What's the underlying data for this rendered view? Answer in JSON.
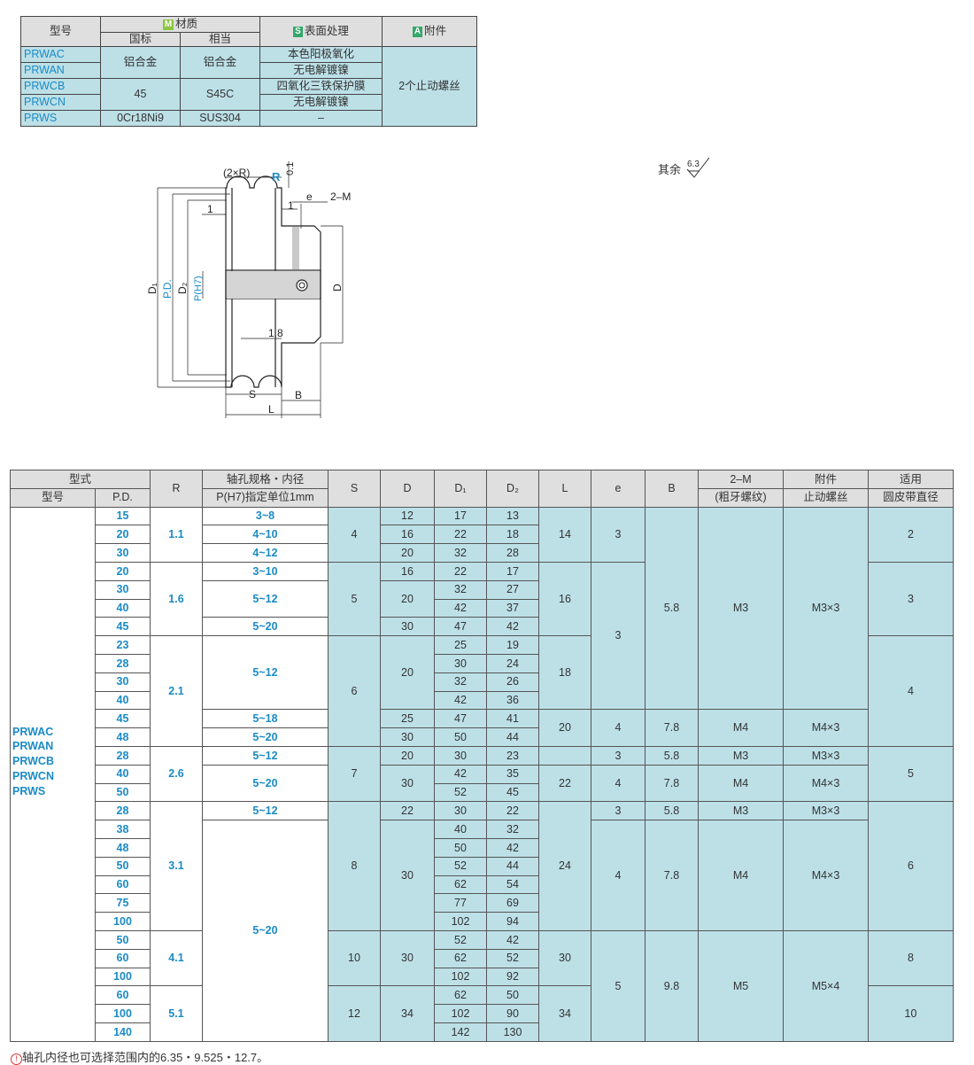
{
  "material_table": {
    "headers": {
      "model": "型号",
      "material": "材质",
      "material_tag": "M",
      "national": "国标",
      "equivalent": "相当",
      "surface": "表面处理",
      "surface_tag": "S",
      "accessory": "附件",
      "accessory_tag": "A"
    },
    "models": [
      "PRWAC",
      "PRWAN",
      "PRWCB",
      "PRWCN",
      "PRWS"
    ],
    "mat_al_national": "铝合金",
    "mat_al_equivalent": "铝合金",
    "mat_steel_national": "45",
    "mat_steel_equivalent": "S45C",
    "mat_ss_national": "0Cr18Ni9",
    "mat_ss_equivalent": "SUS304",
    "surfaces": [
      "本色阳极氧化",
      "无电解镀镍",
      "四氧化三铁保护膜",
      "无电解镀镍",
      "–"
    ],
    "accessory_value": "2个止动螺丝"
  },
  "drawing": {
    "label_2xR": "(2×R)",
    "label_R": "R",
    "label_01": "0.1",
    "label_e": "e",
    "label_2M": "2–M",
    "label_1a": "1",
    "label_1b": "1",
    "label_18": "1.8",
    "label_D1": "D₁",
    "label_PD": "P.D.",
    "label_D2": "D₂",
    "label_P": "P(H7)",
    "label_D": "D",
    "label_S": "S",
    "label_B": "B",
    "label_L": "L",
    "roughness_prefix": "其余",
    "roughness_value": "6.3"
  },
  "spec_table": {
    "headers": {
      "type": "型式",
      "model": "型号",
      "pd": "P.D.",
      "r": "R",
      "axis1": "轴孔规格・内径",
      "axis2": "P(H7)指定单位1mm",
      "s": "S",
      "d": "D",
      "d1": "D₁",
      "d2": "D₂",
      "l": "L",
      "e": "e",
      "b": "B",
      "m1": "2–M",
      "m2": "(粗牙螺纹)",
      "acc1": "附件",
      "acc2": "止动螺丝",
      "belt1": "适用",
      "belt2": "圆皮带直径"
    },
    "models": [
      "PRWAC",
      "PRWAN",
      "PRWCB",
      "PRWCN",
      "PRWS"
    ],
    "pd": [
      "15",
      "20",
      "30",
      "20",
      "30",
      "40",
      "45",
      "23",
      "28",
      "30",
      "40",
      "45",
      "48",
      "28",
      "40",
      "50",
      "28",
      "38",
      "48",
      "50",
      "60",
      "75",
      "100",
      "50",
      "60",
      "100",
      "60",
      "100",
      "140"
    ],
    "d1": [
      "17",
      "22",
      "32",
      "22",
      "32",
      "42",
      "47",
      "25",
      "30",
      "32",
      "42",
      "47",
      "50",
      "30",
      "42",
      "52",
      "30",
      "40",
      "50",
      "52",
      "62",
      "77",
      "102",
      "52",
      "62",
      "102",
      "62",
      "102",
      "142"
    ],
    "d2": [
      "13",
      "18",
      "28",
      "17",
      "27",
      "37",
      "42",
      "19",
      "24",
      "26",
      "36",
      "41",
      "44",
      "23",
      "35",
      "45",
      "22",
      "32",
      "42",
      "44",
      "54",
      "69",
      "94",
      "42",
      "52",
      "92",
      "50",
      "90",
      "130"
    ],
    "r": [
      "1.1",
      "1.6",
      "2.1",
      "2.6",
      "3.1",
      "4.1",
      "5.1"
    ],
    "axis": [
      "3~8",
      "4~10",
      "4~12",
      "3~10",
      "5~12",
      "5~20",
      "5~12",
      "5~18",
      "5~20",
      "5~12",
      "5~20",
      "5~12",
      "5~20"
    ],
    "s": [
      "4",
      "5",
      "6",
      "7",
      "8",
      "10",
      "12"
    ],
    "d": [
      "12",
      "16",
      "20",
      "16",
      "20",
      "30",
      "20",
      "25",
      "30",
      "20",
      "30",
      "22",
      "30",
      "30",
      "34"
    ],
    "l": [
      "14",
      "16",
      "18",
      "20",
      "22",
      "24",
      "30",
      "34"
    ],
    "e": [
      "3",
      "3",
      "4",
      "3",
      "4",
      "3",
      "4",
      "5"
    ],
    "b": [
      "5.8",
      "7.8",
      "5.8",
      "7.8",
      "5.8",
      "7.8",
      "9.8"
    ],
    "m": [
      "M3",
      "M4",
      "M3",
      "M4",
      "M3",
      "M4",
      "M5"
    ],
    "acc": [
      "M3×3",
      "M4×3",
      "M3×3",
      "M4×3",
      "M3×3",
      "M4×3",
      "M5×4"
    ],
    "belt": [
      "2",
      "3",
      "4",
      "5",
      "6",
      "8",
      "10"
    ]
  },
  "note": "轴孔内径也可选择范围内的6.35・9.525・12.7。",
  "note_icon": "!"
}
